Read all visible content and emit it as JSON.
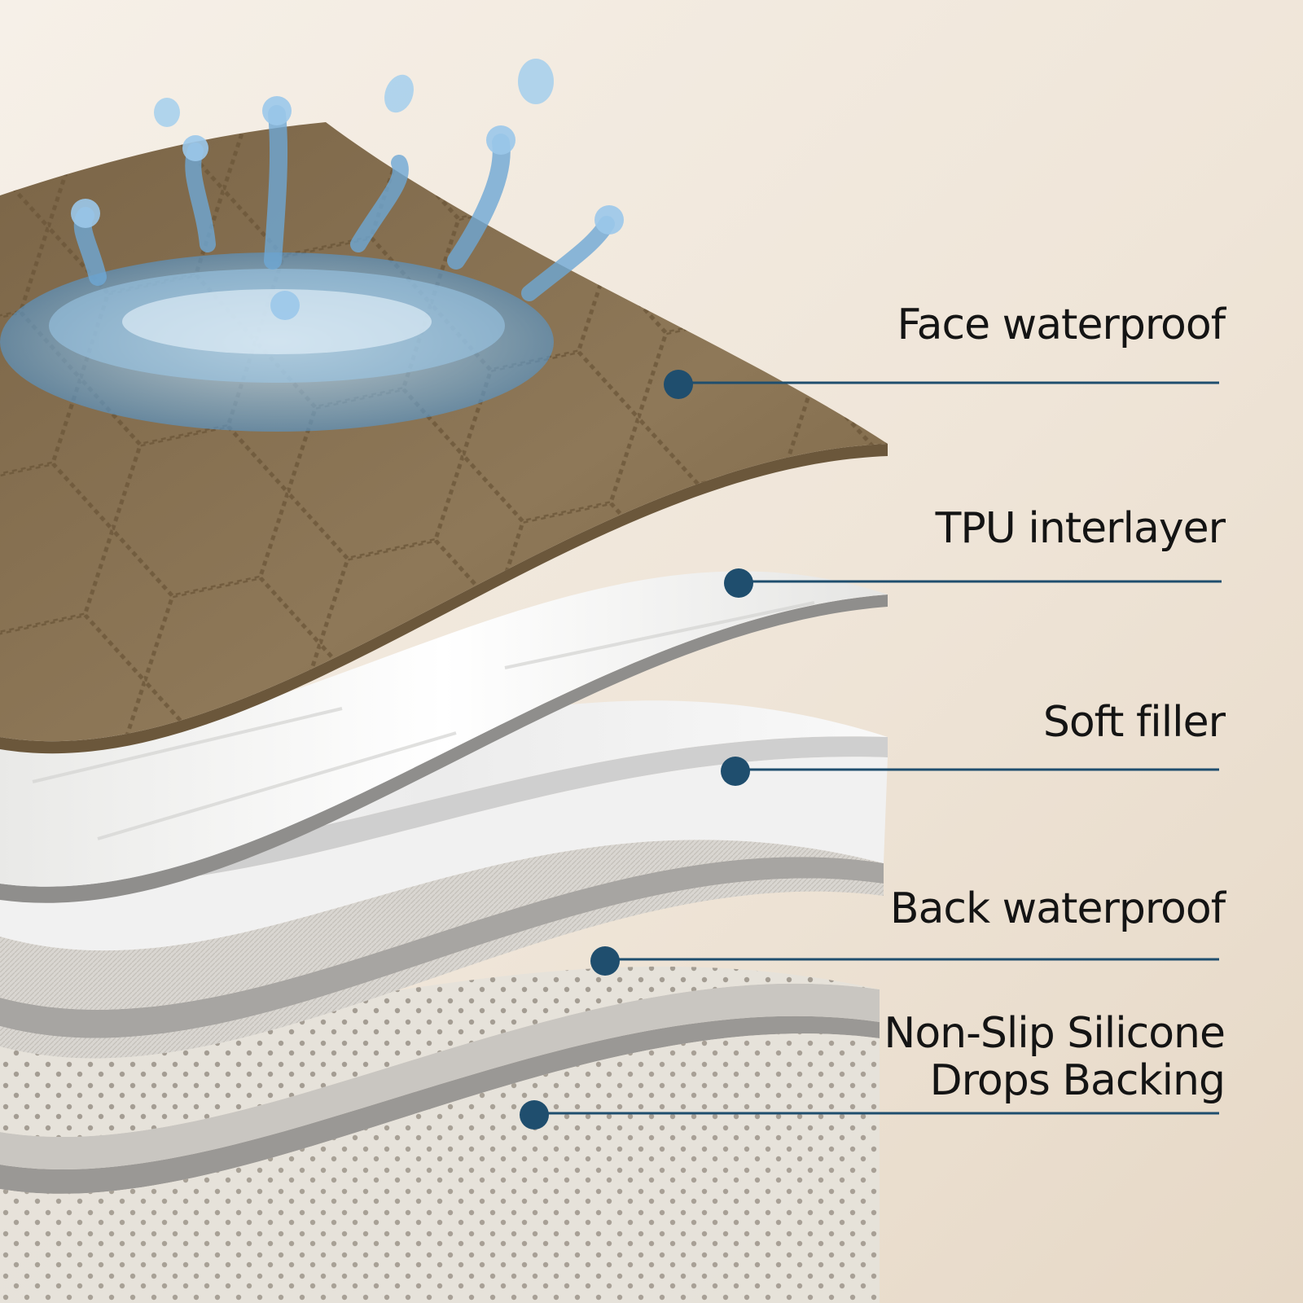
{
  "layers": [
    {
      "label": "Face waterproof"
    },
    {
      "label": "TPU interlayer"
    },
    {
      "label": "Soft filler"
    },
    {
      "label": "Back waterproof"
    },
    {
      "label": "Non-Slip Silicone Drops Backing",
      "label_line1": "Non-Slip Silicone",
      "label_line2": "Drops Backing"
    }
  ],
  "colors": {
    "marker": "#1f4e6e",
    "face_layer": "#8b7656",
    "tpu_layer": "#f2f2f0",
    "filler_layer": "#f7f7f7",
    "back_layer": "#d6d3cd",
    "silicone_layer": "#e7e3dc",
    "edge_shadow": "#9a9895"
  }
}
